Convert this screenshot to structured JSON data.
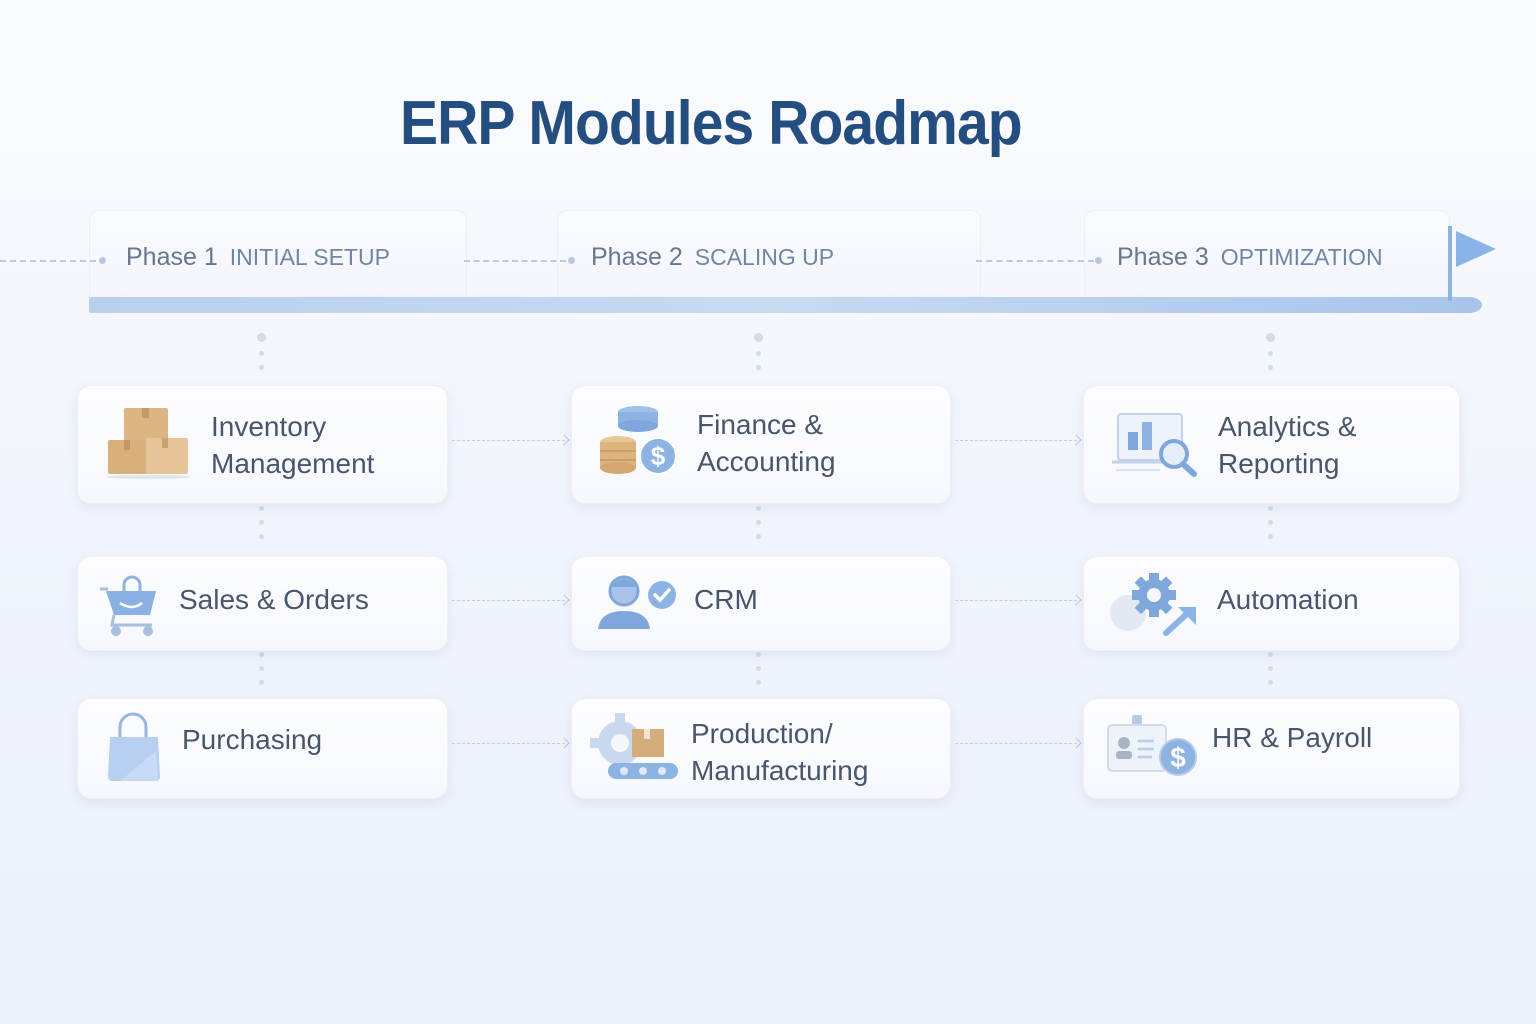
{
  "title": "ERP Modules Roadmap",
  "phases": [
    {
      "number": "Phase 1",
      "name": "INITIAL SETUP"
    },
    {
      "number": "Phase 2",
      "name": "SCALING UP"
    },
    {
      "number": "Phase 3",
      "name": "OPTIMIZATION"
    }
  ],
  "modules": [
    [
      {
        "label": "Inventory\nManagement",
        "icon": "boxes-icon"
      },
      {
        "label": "Sales & Orders",
        "icon": "shopping-cart-icon"
      },
      {
        "label": "Purchasing",
        "icon": "shopping-bag-icon"
      }
    ],
    [
      {
        "label": "Finance &\nAccounting",
        "icon": "coins-dollar-icon"
      },
      {
        "label": "CRM",
        "icon": "customer-check-icon"
      },
      {
        "label": "Production/\nManufacturing",
        "icon": "gear-conveyor-icon"
      }
    ],
    [
      {
        "label": "Analytics &\nReporting",
        "icon": "chart-magnifier-icon"
      },
      {
        "label": "Automation",
        "icon": "gear-arrow-icon"
      },
      {
        "label": "HR & Payroll",
        "icon": "id-badge-dollar-icon"
      }
    ]
  ],
  "colors": {
    "title": "#244d80",
    "timeline": "#b8d0ee",
    "flag": "#8ab3e8",
    "icon_blue": "#7ea8dc",
    "icon_tan": "#d9b27e",
    "text": "#48566b"
  }
}
